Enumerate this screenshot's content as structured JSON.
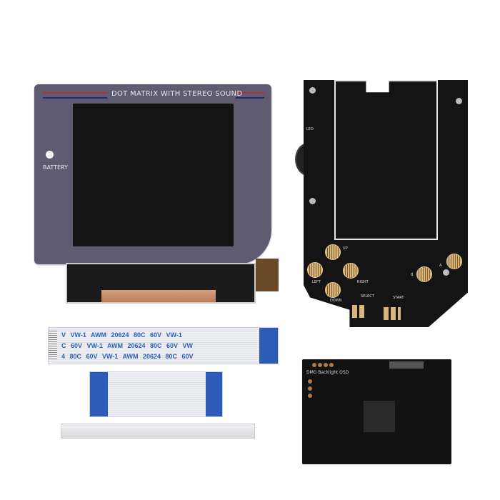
{
  "lens": {
    "title": "DOT MATRIX WITH STEREO SOUND",
    "battery": "BATTERY",
    "accent_red": "#b03040",
    "accent_blue": "#2a2a70"
  },
  "cable1": {
    "rows": [
      "V  VW-1  AWM 20624 80C 60V VW-1",
      "C  60V VW-1  AWM 20624 80C 60V VW",
      "4  80C 60V VW-1  AWM 20624 80C 60V"
    ]
  },
  "pcb": {
    "labels": {
      "up": "UP",
      "left": "LEFT",
      "right": "RIGHT",
      "down": "DOWN",
      "a": "A",
      "b": "B",
      "select": "SELECT",
      "start": "START",
      "led": "LED"
    }
  },
  "osd": {
    "label": "DMG Backlight OSD"
  }
}
